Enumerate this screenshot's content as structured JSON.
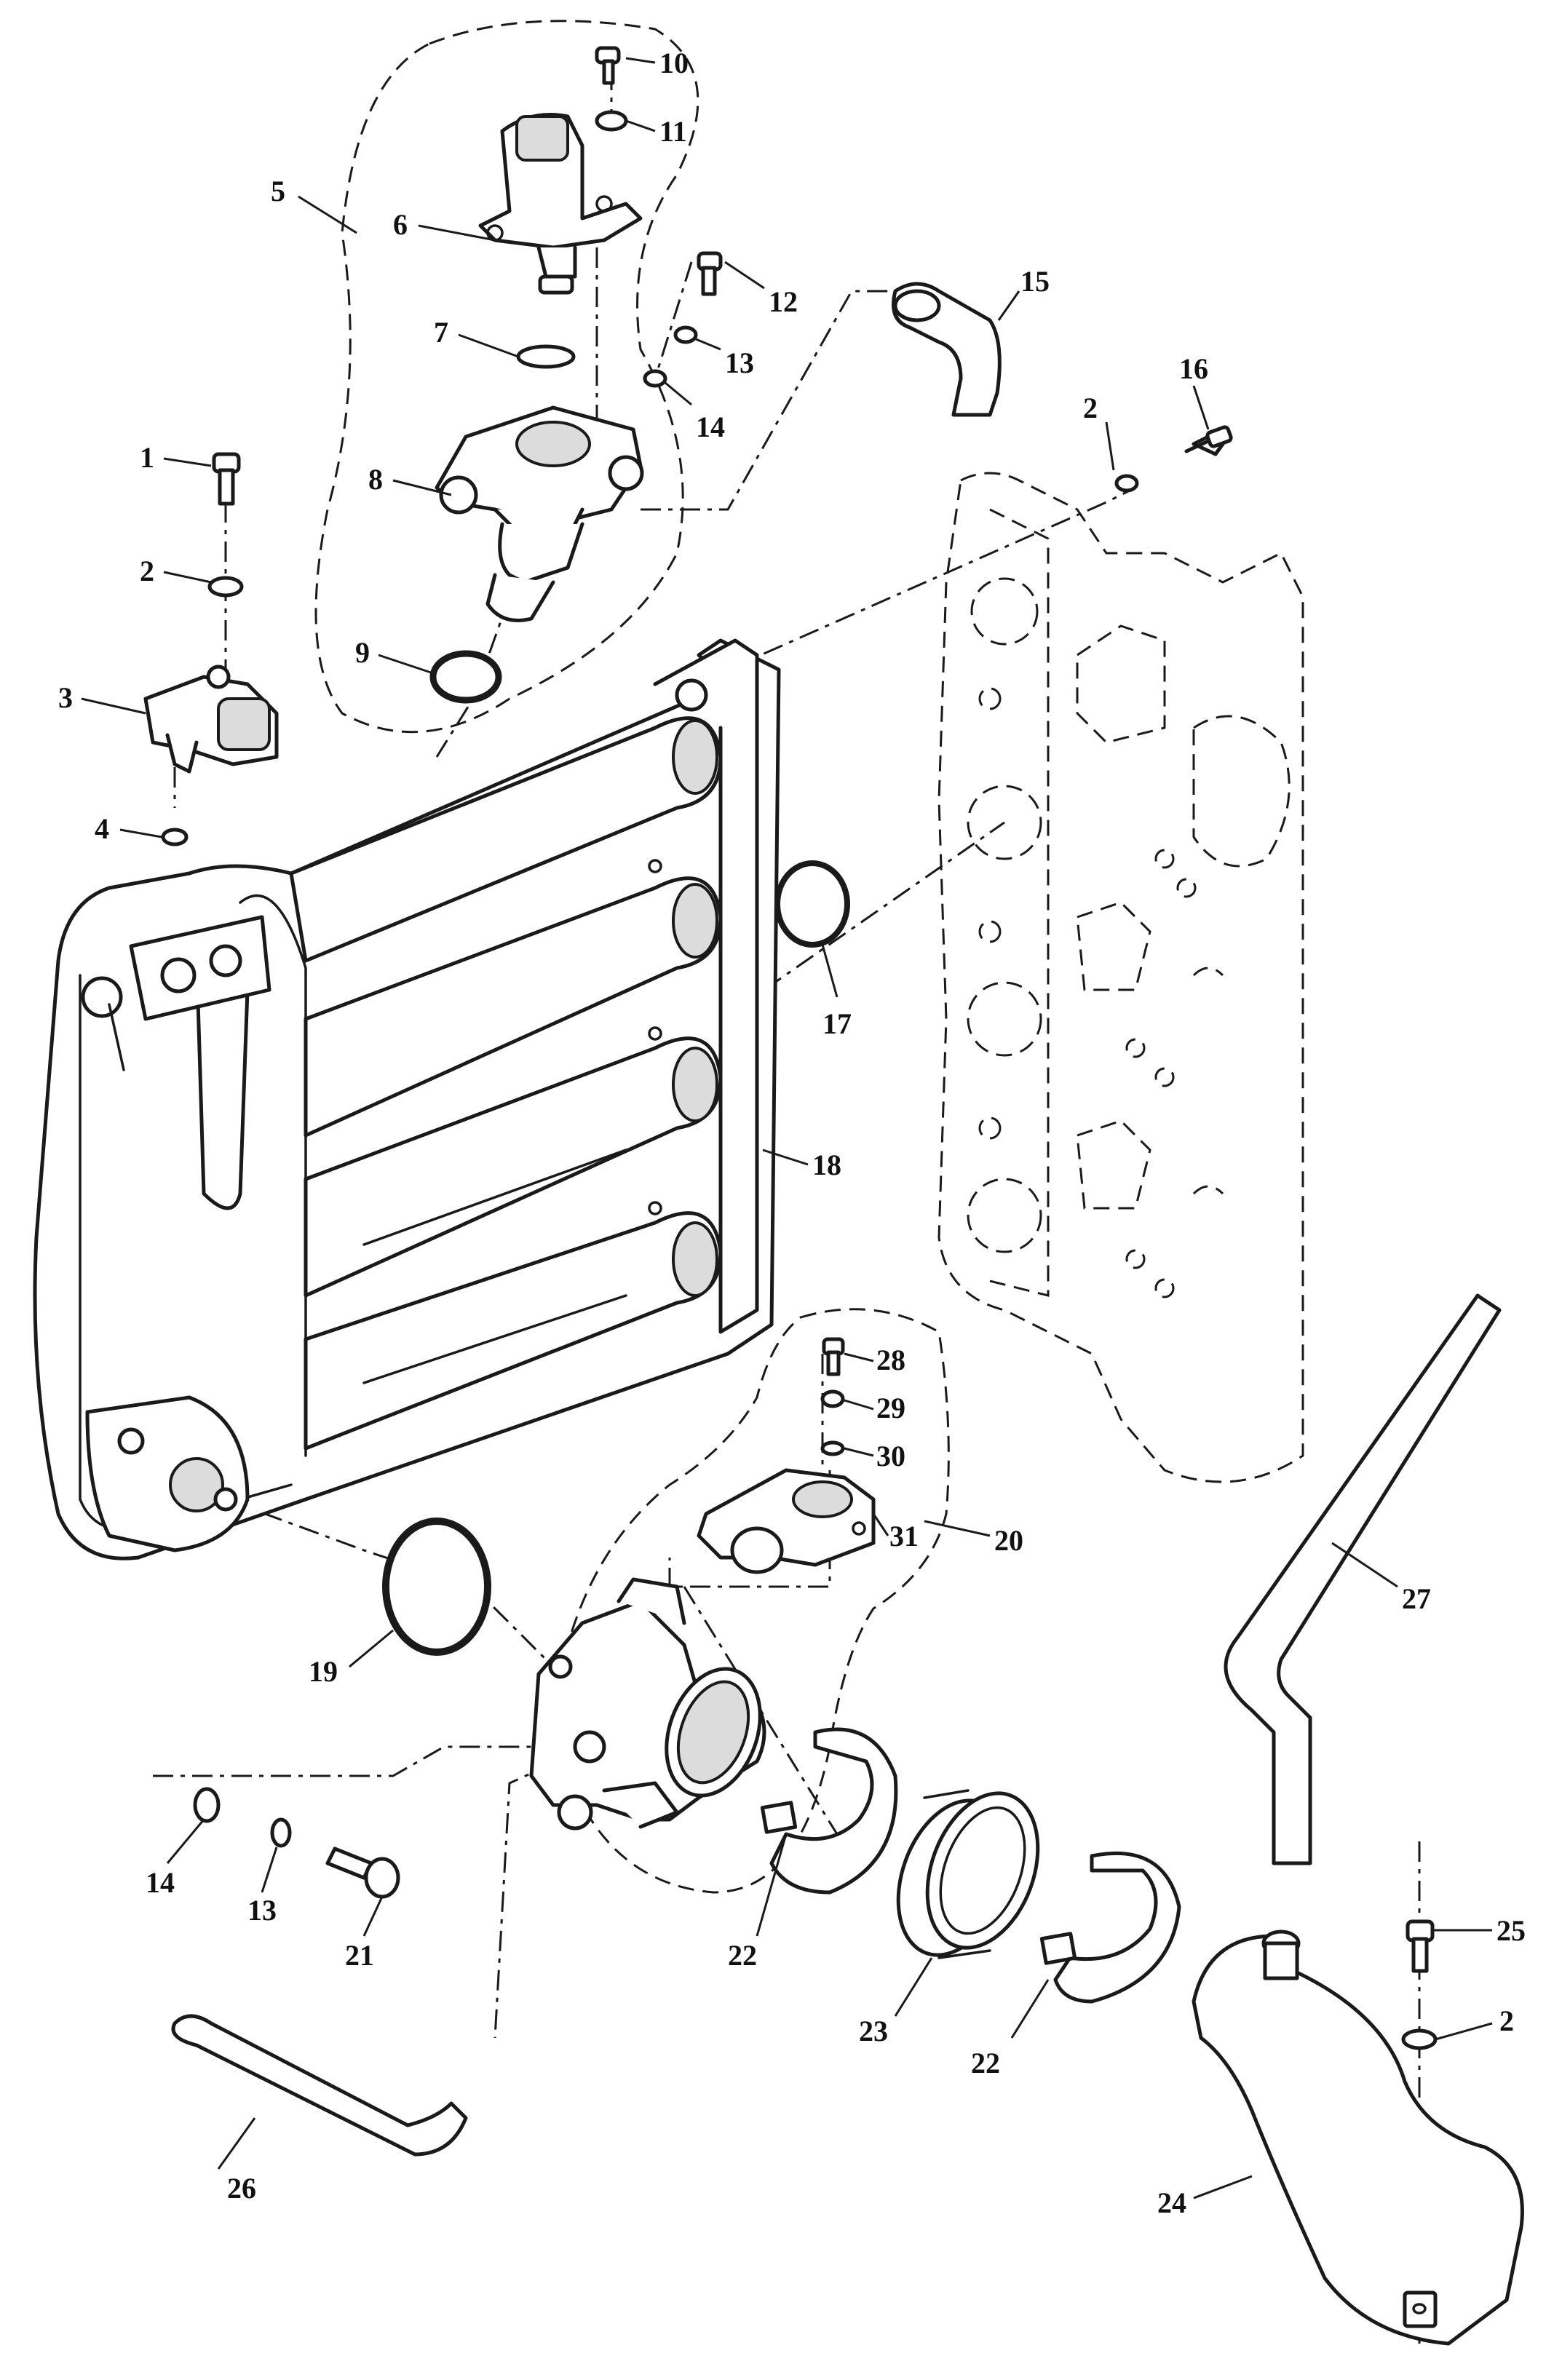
{
  "diagram": {
    "type": "exploded-parts-view",
    "line_color": "#1a1a1a",
    "background": "#ffffff",
    "callouts": [
      {
        "id": "c1",
        "label": "1"
      },
      {
        "id": "c2a",
        "label": "2"
      },
      {
        "id": "c2b",
        "label": "2"
      },
      {
        "id": "c2c",
        "label": "2"
      },
      {
        "id": "c3",
        "label": "3"
      },
      {
        "id": "c4",
        "label": "4"
      },
      {
        "id": "c5",
        "label": "5"
      },
      {
        "id": "c6",
        "label": "6"
      },
      {
        "id": "c7",
        "label": "7"
      },
      {
        "id": "c8",
        "label": "8"
      },
      {
        "id": "c9",
        "label": "9"
      },
      {
        "id": "c10",
        "label": "10"
      },
      {
        "id": "c11",
        "label": "11"
      },
      {
        "id": "c12",
        "label": "12"
      },
      {
        "id": "c13a",
        "label": "13"
      },
      {
        "id": "c13b",
        "label": "13"
      },
      {
        "id": "c14a",
        "label": "14"
      },
      {
        "id": "c14b",
        "label": "14"
      },
      {
        "id": "c15",
        "label": "15"
      },
      {
        "id": "c16",
        "label": "16"
      },
      {
        "id": "c17",
        "label": "17"
      },
      {
        "id": "c18",
        "label": "18"
      },
      {
        "id": "c19",
        "label": "19"
      },
      {
        "id": "c20",
        "label": "20"
      },
      {
        "id": "c21",
        "label": "21"
      },
      {
        "id": "c22a",
        "label": "22"
      },
      {
        "id": "c22b",
        "label": "22"
      },
      {
        "id": "c23",
        "label": "23"
      },
      {
        "id": "c24",
        "label": "24"
      },
      {
        "id": "c25",
        "label": "25"
      },
      {
        "id": "c26",
        "label": "26"
      },
      {
        "id": "c27",
        "label": "27"
      },
      {
        "id": "c28",
        "label": "28"
      },
      {
        "id": "c29",
        "label": "29"
      },
      {
        "id": "c30",
        "label": "30"
      },
      {
        "id": "c31",
        "label": "31"
      }
    ]
  }
}
